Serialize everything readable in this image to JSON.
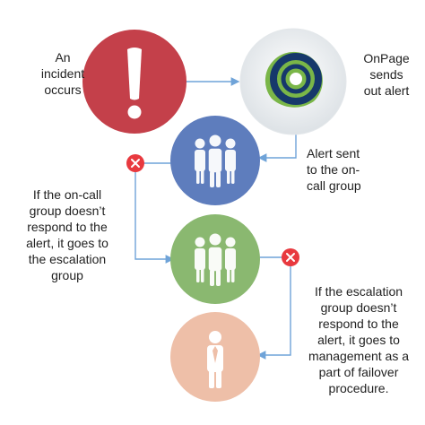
{
  "labels": {
    "incident": "An\nincident\noccurs",
    "onpage_alert": "OnPage\nsends\nout alert",
    "oncall_sent": "Alert sent\nto the on-\ncall group",
    "escalation": "If the on-call\ngroup doesn’t\nrespond to the\nalert, it goes to\nthe escalation\ngroup",
    "management": "If the escalation\ngroup doesn’t\nrespond to the\nalert, it goes to\nmanagement as a\npart of failover\nprocedure."
  },
  "colors": {
    "incident": "#c4404a",
    "onpage_bg": "#e9ecee",
    "onpage_ring": "#16386b",
    "onpage_swoosh": "#7ab648",
    "oncall_group": "#5e7dbd",
    "escalation_group": "#8ab870",
    "management": "#eebfa8",
    "connector": "#6fa3d8",
    "fail_badge": "#e8393f"
  },
  "icons": {
    "incident": "exclamation-icon",
    "onpage": "onpage-logo-icon",
    "oncall": "group-people-icon",
    "escalation": "group-people-icon",
    "management": "person-tie-icon",
    "fail": "x-circle-icon"
  }
}
